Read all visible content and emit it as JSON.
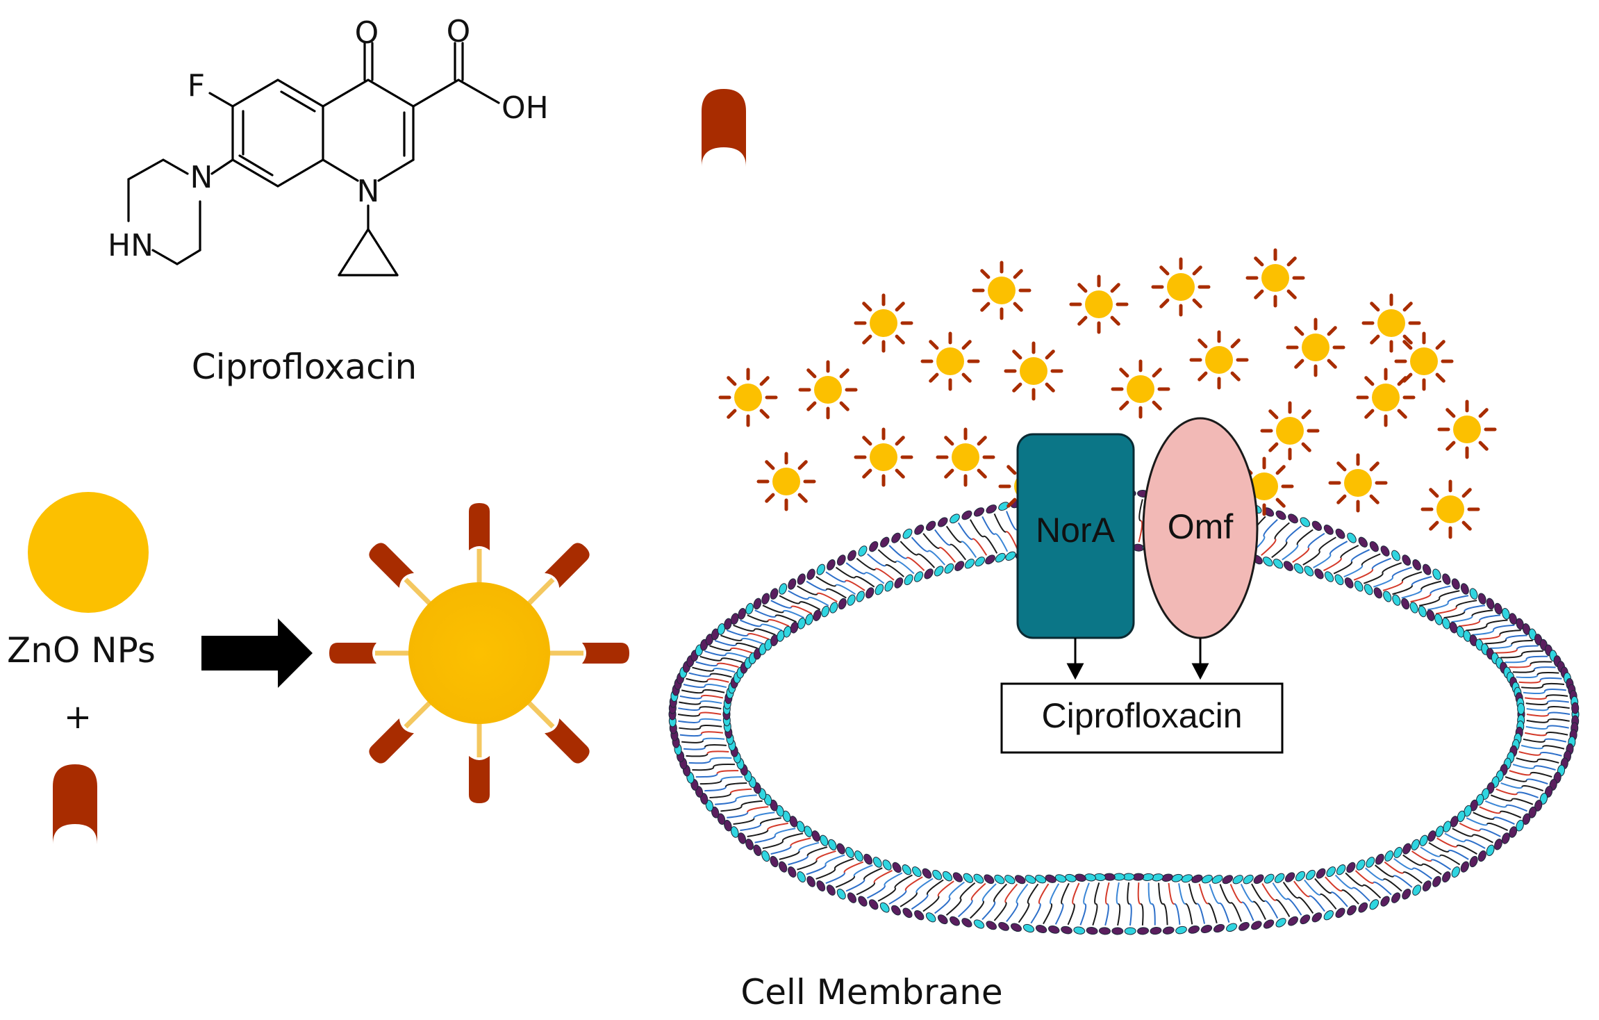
{
  "structure": {
    "atoms": {
      "fluorine": "F",
      "ketone_oxygen": "O",
      "acid_carbonyl_oxygen": "O",
      "acid_hydroxyl": "OH",
      "ring_nitrogen": "N",
      "piperazine_nitrogen": "N",
      "piperazine_nh": "HN"
    },
    "name": "Ciprofloxacin"
  },
  "legend": {
    "np_label": "ZnO NPs",
    "plus": "+"
  },
  "membrane": {
    "pumps": [
      {
        "label": "NorA",
        "color": "#0b7687"
      },
      {
        "label": "Omf",
        "color": "#f2b9b6"
      }
    ],
    "substrate_label": "Ciprofloxacin",
    "caption": "Cell Membrane"
  },
  "colors": {
    "nanoparticle": "#fcc000",
    "ligand": "#a82c00",
    "arrow": "#000000",
    "lipid_head_cyan": "#30d5e0",
    "lipid_head_purple": "#5a1e5e"
  },
  "particle_count": 26
}
